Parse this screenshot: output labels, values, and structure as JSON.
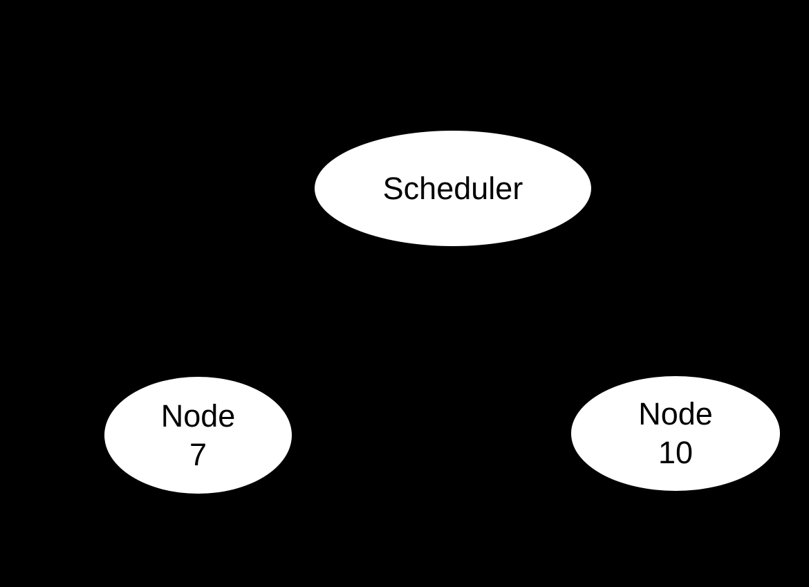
{
  "diagram": {
    "type": "graph",
    "background_color": "#000000",
    "node_fill_color": "#ffffff",
    "node_text_color": "#000000",
    "edges_visible": false,
    "nodes": [
      {
        "id": "scheduler",
        "label": "Scheduler",
        "line1": "Scheduler",
        "line2": ""
      },
      {
        "id": "node-7",
        "label": "Node 7",
        "line1": "Node",
        "line2": "7"
      },
      {
        "id": "node-10",
        "label": "Node 10",
        "line1": "Node",
        "line2": "10"
      }
    ]
  }
}
